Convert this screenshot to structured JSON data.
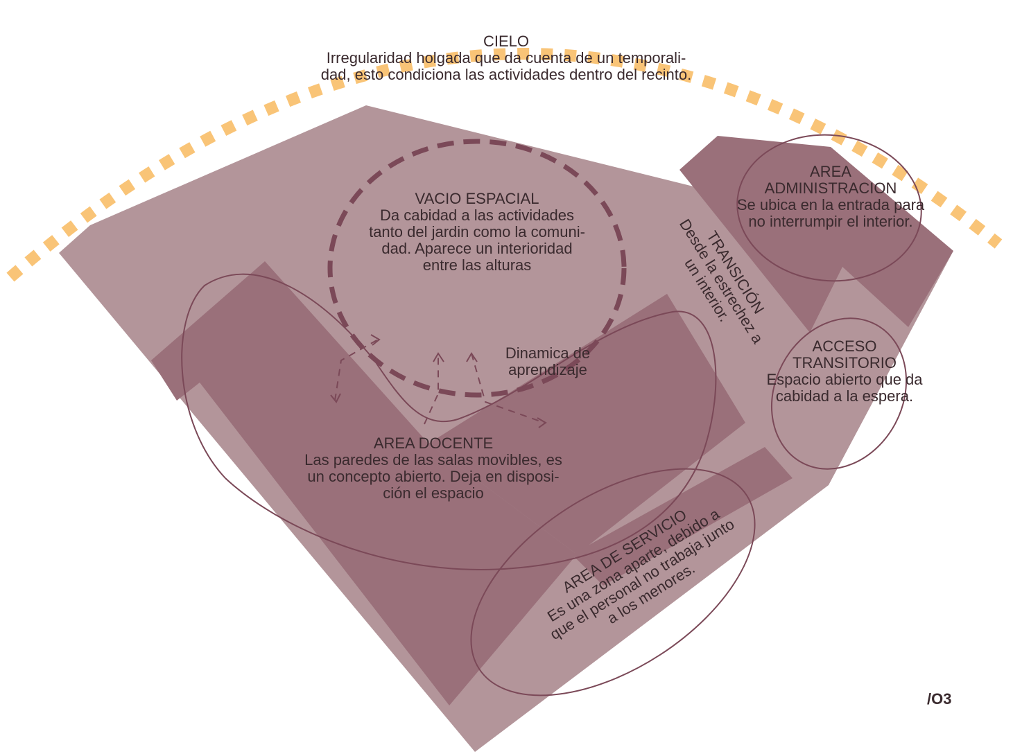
{
  "colors": {
    "sky_arc": "#f9c477",
    "site_light": "#b3959a",
    "zone_dark": "#9a707a",
    "outline": "#7b4958",
    "text": "#3a2a2e",
    "background": "#ffffff"
  },
  "labels": {
    "sky": {
      "title": "CIELO",
      "lines": [
        "Irregularidad holgada que da cuenta de un temporali-",
        "dad, esto condiciona las actividades dentro del recinto."
      ]
    },
    "void": {
      "title": "VACIO ESPACIAL",
      "lines": [
        "Da cabidad a las actividades",
        "tanto del jardin como la comuni-",
        "dad. Aparece un interioridad",
        "entre las alturas"
      ]
    },
    "transition": {
      "title": "TRANSICIÓN",
      "lines": [
        "Desde la estrechez a",
        "un interior."
      ]
    },
    "admin": {
      "title_lines": [
        "AREA",
        "ADMINISTRACION"
      ],
      "lines": [
        "Se ubica en la entrada para",
        "no interrumpir el interior."
      ]
    },
    "learning": {
      "lines": [
        "Dinamica de",
        "aprendizaje"
      ]
    },
    "access": {
      "title_lines": [
        "ACCESO",
        "TRANSITORIO"
      ],
      "lines": [
        "Espacio abierto que da",
        "cabidad a la espera."
      ]
    },
    "teaching": {
      "title": "AREA DOCENTE",
      "lines": [
        "Las paredes de las salas movibles, es",
        "un concepto abierto. Deja en disposi-",
        "ción el espacio"
      ]
    },
    "service": {
      "title": "AREA DE SERVICIO",
      "lines": [
        "Es una zona aparte, debido a",
        "que el personal no trabaja junto",
        "a los menores."
      ]
    }
  },
  "page_number": "/O3"
}
